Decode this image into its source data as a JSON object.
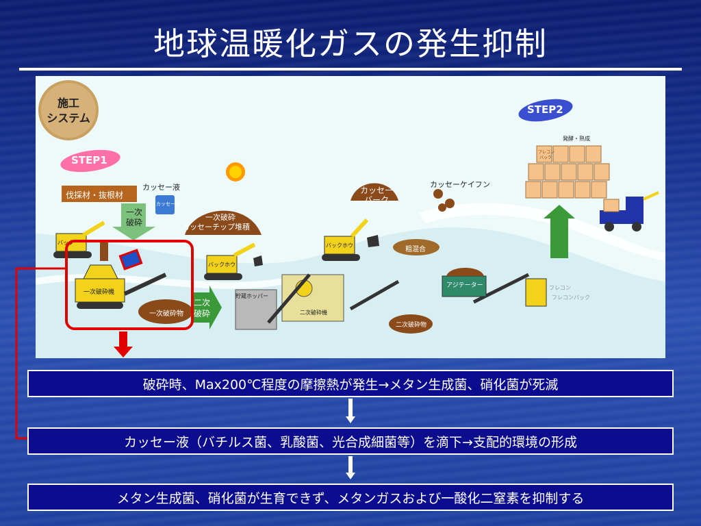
{
  "title": "地球温暖化ガスの発生抑制",
  "diagram": {
    "system_badge_line1": "施工",
    "system_badge_line2": "システム",
    "step1": "STEP1",
    "step2": "STEP2",
    "felling": "伐採材・抜根材",
    "kassei_liquid": "カッセー液",
    "kassei_liquid_can": "カッセー液",
    "primary_crush_arrow_line1": "一次",
    "primary_crush_arrow_line2": "破砕",
    "pile_line1": "一次破砕",
    "pile_line2": "カッセーチップ堆積",
    "primary_crusher": "一次破砕機",
    "primary_crushed": "一次破砕物",
    "secondary_crush_line1": "二次",
    "secondary_crush_line2": "破砕",
    "storage_hopper": "貯蔵ホッパー",
    "secondary_crusher": "二次破砕機",
    "secondary_crushed": "二次破砕物",
    "backhoe": "バックホウ",
    "backhoe_left": "バック",
    "bark_line1": "カッセー",
    "bark_line2": "バーク",
    "kassei_powder": "カッセーケイフン",
    "rough_mix": "粗混合",
    "agitator": "アジテーター",
    "flecon": "フレコン",
    "flecon_pack": "フレコンパック",
    "flecon_bag_line1": "フレコン",
    "flecon_bag_line2": "バック",
    "fermentation": "発酵・熟成"
  },
  "boxes": [
    "破砕時、Max200℃程度の摩擦熱が発生→メタン生成菌、硝化菌が死滅",
    "カッセー液（バチルス菌、乳酸菌、光合成細菌等）を滴下→支配的環境の形成",
    "メタン生成菌、硝化菌が生育できず、メタンガスおよび一酸化二窒素を抑制する"
  ],
  "colors": {
    "accent_red": "#e00000",
    "box_fill": "#0c0c8e",
    "arrow_green": "#3a9a3a",
    "machine_yellow": "#f2d21a"
  }
}
